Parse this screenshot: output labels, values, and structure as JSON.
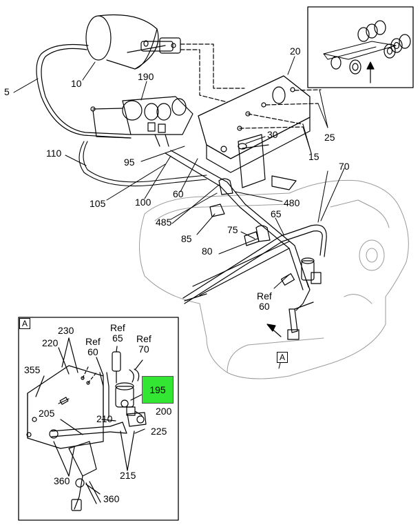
{
  "callouts": {
    "c5": "5",
    "c10": "10",
    "c190": "190",
    "c20": "20",
    "c25": "25",
    "c15": "15",
    "c30": "30",
    "c110": "110",
    "c95": "95",
    "c105": "105",
    "c100": "100",
    "c60": "60",
    "c70": "70",
    "c480": "480",
    "c485": "485",
    "c85": "85",
    "c75": "75",
    "c65": "65",
    "c80": "80",
    "ref60_main": "Ref\n60",
    "c230": "230",
    "c220": "220",
    "ref60_a": "Ref\n60",
    "ref65_a": "Ref\n65",
    "ref70_a": "Ref\n70",
    "c355": "355",
    "c195": "195",
    "c200": "200",
    "c205": "205",
    "c210": "210",
    "c225": "225",
    "c215": "215",
    "c360a": "360",
    "c360b": "360"
  },
  "view_letters": {
    "inset_label": "A",
    "main_label": "A"
  },
  "colors": {
    "highlight": "#33e633",
    "line": "#000000",
    "ghost": "#9a9a9a"
  }
}
